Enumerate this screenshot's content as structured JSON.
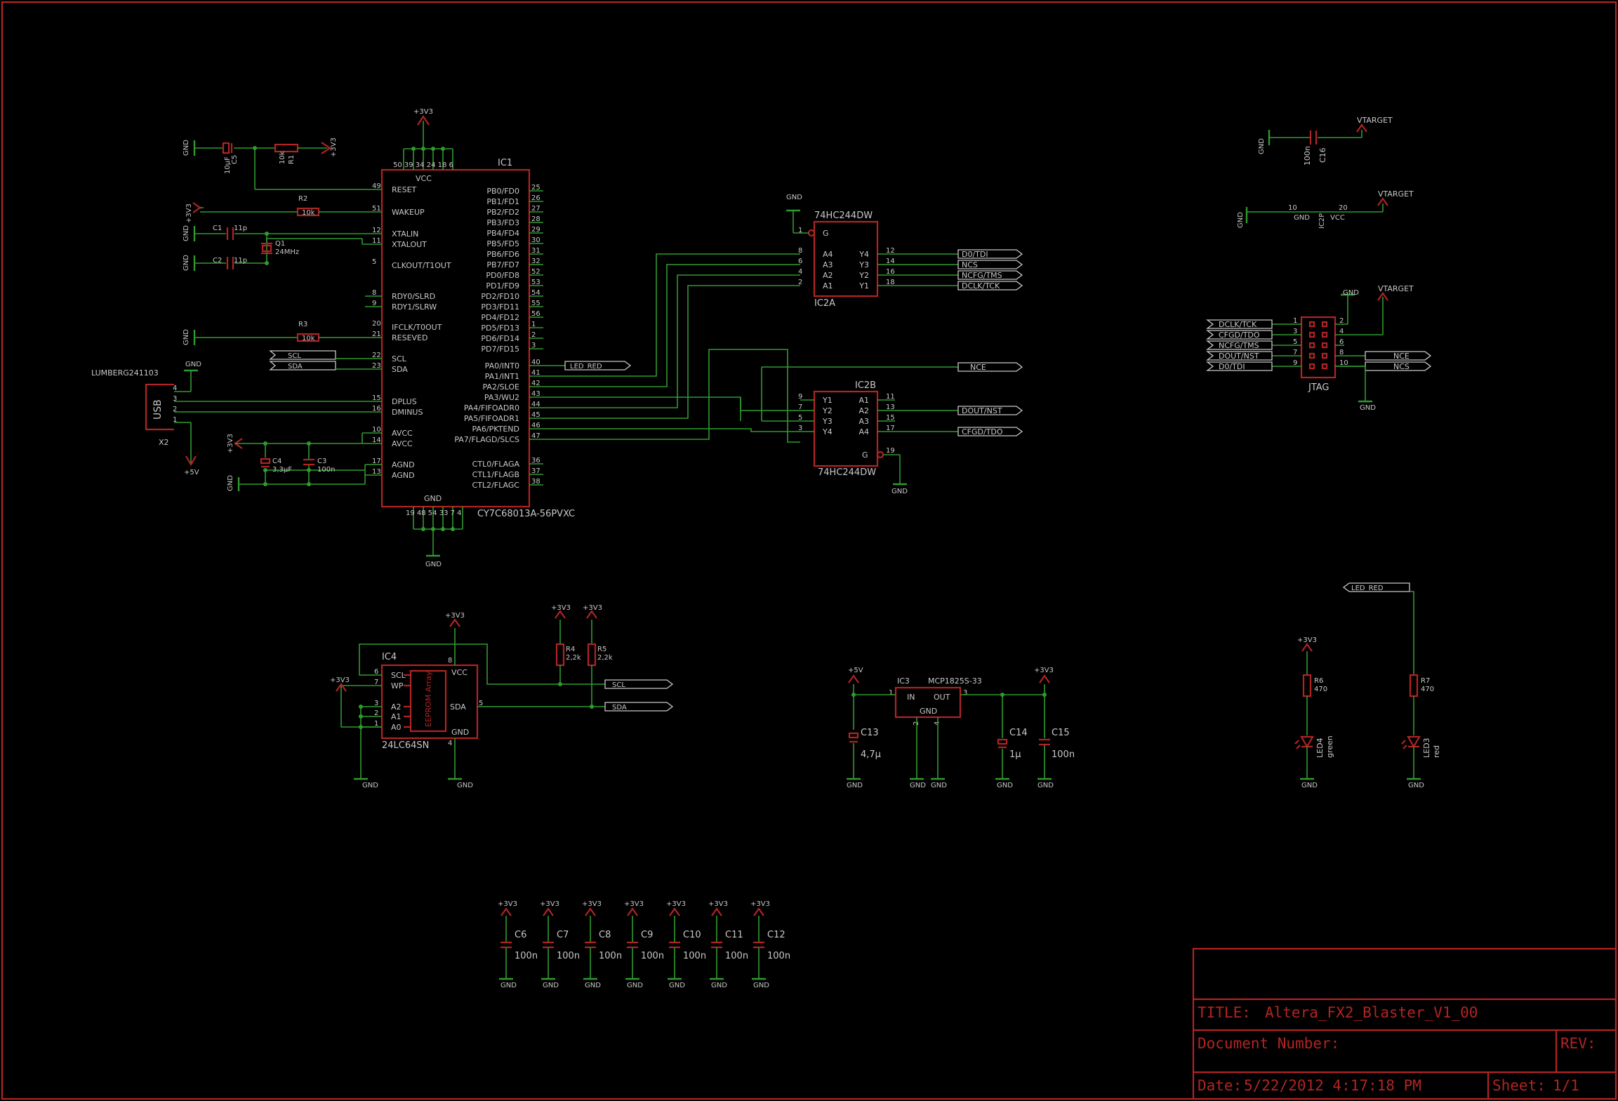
{
  "supplies": {
    "p3v3": "+3V3",
    "gnd": "GND",
    "p5v": "+5V",
    "vtarget": "VTARGET"
  },
  "ic1": {
    "ref": "IC1",
    "part": "CY7C68013A-56PVXC",
    "vcc": "VCC",
    "gnd": "GND",
    "vcc_pins": "50 39 34 24 18 6",
    "gnd_pins": "19 48 54 33 7 4",
    "left": [
      {
        "name": "RESET",
        "pin": "49"
      },
      {
        "name": "WAKEUP",
        "pin": "51"
      },
      {
        "name": "XTALIN",
        "pin": "12"
      },
      {
        "name": "XTALOUT",
        "pin": "11"
      },
      {
        "name": "CLKOUT/T1OUT",
        "pin": "5"
      },
      {
        "name": "RDY0/SLRD",
        "pin": "8"
      },
      {
        "name": "RDY1/SLRW",
        "pin": "9"
      },
      {
        "name": "IFCLK/T0OUT",
        "pin": "20"
      },
      {
        "name": "RESEVED",
        "pin": "21"
      },
      {
        "name": "SCL",
        "pin": "22"
      },
      {
        "name": "SDA",
        "pin": "23"
      },
      {
        "name": "DPLUS",
        "pin": "15"
      },
      {
        "name": "DMINUS",
        "pin": "16"
      },
      {
        "name": "AVCC",
        "pin": "10"
      },
      {
        "name": "AVCC",
        "pin": "14"
      },
      {
        "name": "AGND",
        "pin": "17"
      },
      {
        "name": "AGND",
        "pin": "13"
      }
    ],
    "right": [
      {
        "name": "PB0/FD0",
        "pin": "25"
      },
      {
        "name": "PB1/FD1",
        "pin": "26"
      },
      {
        "name": "PB2/FD2",
        "pin": "27"
      },
      {
        "name": "PB3/FD3",
        "pin": "28"
      },
      {
        "name": "PB4/FD4",
        "pin": "29"
      },
      {
        "name": "PB5/FD5",
        "pin": "30"
      },
      {
        "name": "PB6/FD6",
        "pin": "31"
      },
      {
        "name": "PB7/FD7",
        "pin": "32"
      },
      {
        "name": "PD0/FD8",
        "pin": "52"
      },
      {
        "name": "PD1/FD9",
        "pin": "53"
      },
      {
        "name": "PD2/FD10",
        "pin": "54"
      },
      {
        "name": "PD3/FD11",
        "pin": "55"
      },
      {
        "name": "PD4/FD12",
        "pin": "56"
      },
      {
        "name": "PD5/FD13",
        "pin": "1"
      },
      {
        "name": "PD6/FD14",
        "pin": "2"
      },
      {
        "name": "PD7/FD15",
        "pin": "3"
      },
      {
        "name": "PA0/INT0",
        "pin": "40"
      },
      {
        "name": "PA1/INT1",
        "pin": "41"
      },
      {
        "name": "PA2/SLOE",
        "pin": "42"
      },
      {
        "name": "PA3/WU2",
        "pin": "43"
      },
      {
        "name": "PA4/FIFOADR0",
        "pin": "44"
      },
      {
        "name": "PA5/FIFOADR1",
        "pin": "45"
      },
      {
        "name": "PA6/PKTEND",
        "pin": "46"
      },
      {
        "name": "PA7/FLAGD/SLCS",
        "pin": "47"
      },
      {
        "name": "CTL0/FLAGA",
        "pin": "36"
      },
      {
        "name": "CTL1/FLAGB",
        "pin": "37"
      },
      {
        "name": "CTL2/FLAGC",
        "pin": "38"
      }
    ]
  },
  "ic2a": {
    "ref": "IC2A",
    "part": "74HC244DW",
    "g": "G",
    "g_pin": "1",
    "rows": [
      {
        "a": "A4",
        "y": "Y4",
        "ap": "8",
        "yp": "12",
        "net": "D0/TDI"
      },
      {
        "a": "A3",
        "y": "Y3",
        "ap": "6",
        "yp": "14",
        "net": "NCS"
      },
      {
        "a": "A2",
        "y": "Y2",
        "ap": "4",
        "yp": "16",
        "net": "NCFG/TMS"
      },
      {
        "a": "A1",
        "y": "Y1",
        "ap": "2",
        "yp": "18",
        "net": "DCLK/TCK"
      }
    ]
  },
  "ic2b": {
    "ref": "IC2B",
    "part": "74HC244DW",
    "g": "G",
    "g_pin": "19",
    "rows": [
      {
        "y": "Y1",
        "a": "A1",
        "yp": "9",
        "ap": "11",
        "net": ""
      },
      {
        "y": "Y2",
        "a": "A2",
        "yp": "7",
        "ap": "13",
        "net": "DOUT/NST"
      },
      {
        "y": "Y3",
        "a": "A3",
        "yp": "5",
        "ap": "15",
        "net": ""
      },
      {
        "y": "Y4",
        "a": "A4",
        "yp": "3",
        "ap": "17",
        "net": "CFGD/TDO"
      }
    ],
    "nce": "NCE"
  },
  "ic2p": {
    "ref": "IC2P",
    "gnd_pin": "10",
    "vcc_pin": "20",
    "gnd": "GND",
    "vcc": "VCC"
  },
  "c16": {
    "ref": "C16",
    "value": "100n"
  },
  "jtag": {
    "ref": "JTAG",
    "left": [
      {
        "net": "DCLK/TCK",
        "pin": "1"
      },
      {
        "net": "CFGD/TDO",
        "pin": "3"
      },
      {
        "net": "NCFG/TMS",
        "pin": "5"
      },
      {
        "net": "DOUT/NST",
        "pin": "7"
      },
      {
        "net": "D0/TDI",
        "pin": "9"
      }
    ],
    "right": [
      {
        "net": "",
        "pin": "2"
      },
      {
        "net": "",
        "pin": "4"
      },
      {
        "net": "",
        "pin": "6"
      },
      {
        "net": "NCE",
        "pin": "8"
      },
      {
        "net": "NCS",
        "pin": "10"
      }
    ]
  },
  "left_parts": {
    "c5": {
      "ref": "C5",
      "value": "10µF"
    },
    "r1": {
      "ref": "R1",
      "value": "10k"
    },
    "r2": {
      "ref": "R2",
      "value": "10k"
    },
    "r3": {
      "ref": "R3",
      "value": "10k"
    },
    "c1": {
      "ref": "C1",
      "value": "11p"
    },
    "c2": {
      "ref": "C2",
      "value": "11p"
    },
    "q1": {
      "ref": "Q1",
      "value": "24MHz"
    },
    "c4": {
      "ref": "C4",
      "value": "3,3µF"
    },
    "c3": {
      "ref": "C3",
      "value": "100n"
    },
    "usb": {
      "ref": "X2",
      "part": "LUMBERG241103",
      "label": "USB",
      "pins": [
        "4",
        "3",
        "2",
        "1"
      ]
    },
    "scl": "SCL",
    "sda": "SDA",
    "led_red": "LED_RED"
  },
  "eeprom": {
    "ref": "IC4",
    "part": "24LC64SN",
    "vcc": "VCC",
    "gnd": "GND",
    "array": "EEPROM Array",
    "pins": [
      {
        "name": "SCL",
        "pin": "6"
      },
      {
        "name": "WP",
        "pin": "7"
      },
      {
        "name": "A2",
        "pin": "3"
      },
      {
        "name": "A1",
        "pin": "2"
      },
      {
        "name": "A0",
        "pin": "1"
      }
    ],
    "sda": "SDA",
    "sda_pin": "5",
    "vcc_pin": "8",
    "gnd_pin": "4",
    "r4": {
      "ref": "R4",
      "value": "2,2k"
    },
    "r5": {
      "ref": "R5",
      "value": "2,2k"
    }
  },
  "regulator": {
    "ref": "IC3",
    "part": "MCP1825S-33",
    "in": "IN",
    "out": "OUT",
    "gnd": "GND",
    "pins": [
      "1",
      "2",
      "4",
      "3"
    ],
    "c13": {
      "ref": "C13",
      "value": "4,7µ"
    },
    "c14": {
      "ref": "C14",
      "value": "1µ"
    },
    "c15": {
      "ref": "C15",
      "value": "100n"
    }
  },
  "leds": {
    "r6": {
      "ref": "R6",
      "value": "470"
    },
    "r7": {
      "ref": "R7",
      "value": "470"
    },
    "led4": {
      "ref": "LED4",
      "color": "green"
    },
    "led3": {
      "ref": "LED3",
      "color": "red"
    }
  },
  "decoupling": [
    {
      "ref": "C6",
      "value": "100n"
    },
    {
      "ref": "C7",
      "value": "100n"
    },
    {
      "ref": "C8",
      "value": "100n"
    },
    {
      "ref": "C9",
      "value": "100n"
    },
    {
      "ref": "C10",
      "value": "100n"
    },
    {
      "ref": "C11",
      "value": "100n"
    },
    {
      "ref": "C12",
      "value": "100n"
    }
  ],
  "titleblock": {
    "title_label": "TITLE:",
    "title": "Altera_FX2_Blaster_V1_00",
    "docnum_label": "Document Number:",
    "rev_label": "REV:",
    "date_label": "Date:",
    "date": "5/22/2012 4:17:18 PM",
    "sheet_label": "Sheet:",
    "sheet": "1/1"
  }
}
